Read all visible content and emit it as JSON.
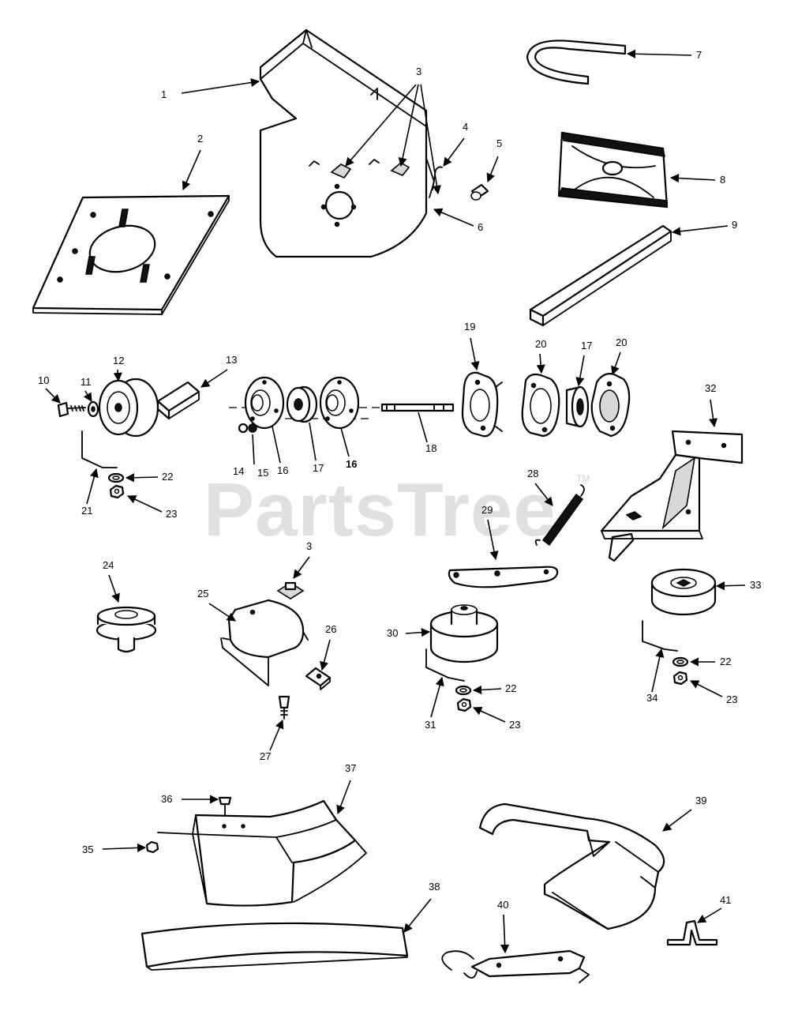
{
  "watermark": {
    "text": "PartsTree",
    "trademark": "TM"
  },
  "callouts": {
    "c1": "1",
    "c2": "2",
    "c3a": "3",
    "c3b": "3",
    "c4": "4",
    "c5": "5",
    "c6": "6",
    "c7": "7",
    "c8": "8",
    "c9": "9",
    "c10": "10",
    "c11": "11",
    "c12": "12",
    "c13": "13",
    "c14": "14",
    "c15": "15",
    "c16a": "16",
    "c16b": "16",
    "c17a": "17",
    "c17b": "17",
    "c18": "18",
    "c19": "19",
    "c20a": "20",
    "c20b": "20",
    "c21": "21",
    "c22a": "22",
    "c22b": "22",
    "c22c": "22",
    "c23a": "23",
    "c23b": "23",
    "c23c": "23",
    "c24": "24",
    "c25": "25",
    "c26": "26",
    "c27": "27",
    "c28": "28",
    "c29": "29",
    "c30": "30",
    "c31": "31",
    "c32": "32",
    "c33": "33",
    "c34": "34",
    "c35": "35",
    "c36": "36",
    "c37": "37",
    "c38": "38",
    "c39": "39",
    "c40": "40",
    "c41": "41"
  }
}
